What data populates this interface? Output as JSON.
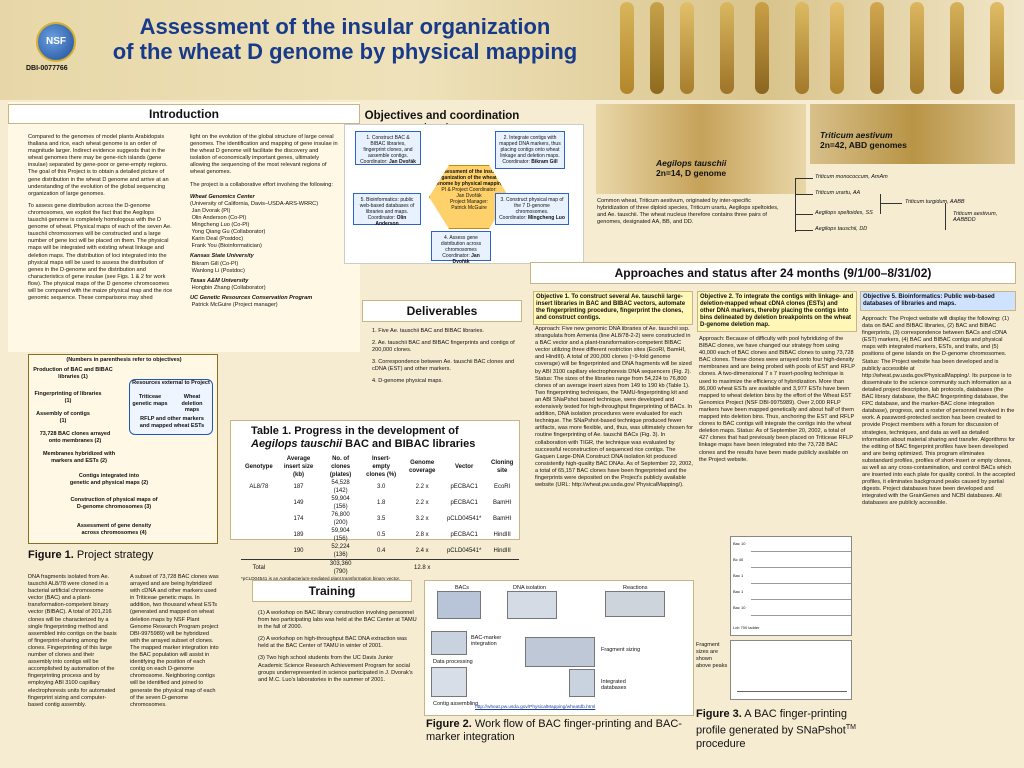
{
  "header": {
    "title_line1": "Assessment of the insular organization",
    "title_line2": "of the wheat D genome by physical mapping",
    "logo_text": "NSF",
    "award_id": "DBI-0077766"
  },
  "introduction": {
    "heading": "Introduction",
    "col1": [
      "Compared to the genomes of model plants Arabidopsis thaliana and rice, each wheat genome is an order of magnitude larger. Indirect evidence suggests that in the wheat genomes there may be gene-rich islands (gene insulae) separated by gene-poor or gene-empty regions. The goal of this Project is to obtain a detailed picture of gene distribution in the wheat D genome and arrive at an understanding of the evolution of the global sequencing organization of large genomes.",
      "To assess gene distribution across the D-genome chromosomes, we exploit the fact that the Aegilops tauschii genome is completely homologous with the D genome of wheat. Physical maps of each of the seven Ae. tauschii chromosomes will be constructed and a large number of gene loci will be placed on them. The physical maps will be integrated with existing wheat linkage and deletion maps. The distribution of loci integrated into the physical maps will be used to assess the distribution of genes in the D-genome and the distribution and characteristics of gene insulae (see Figs. 1 & 2 for work flow). The physical maps of the D genome chromosomes will be compared with the maize physical map and the rice genomic sequence. These comparisons may shed"
    ],
    "col2": [
      "light on the evolution of the global structure of large cereal genomes. The identification and mapping of gene insulae in the wheat D genome will facilitate the discovery and isolation of economically important genes, ultimately allowing the sequencing of the most relevant regions of wheat genomes.",
      "The project is a collaborative effort involving the following:"
    ],
    "collaborators": [
      {
        "org": "Wheat Genomics Center",
        "sub": "(University of California, Davis–USDA-ARS-WRRC)",
        "people": [
          "Jan Dvorak (PI)",
          "Olin Anderson (Co-PI)",
          "Mingcheng Luo (Co-PI)",
          "Yong Qiang Gu (Collaborator)",
          "Karin Deal (Postdoc)",
          "Frank You (Bioinformatician)"
        ]
      },
      {
        "org": "Kansas State University",
        "sub": "",
        "people": [
          "Bikram Gill (Co-PI)",
          "Wanlong Li (Postdoc)"
        ]
      },
      {
        "org": "Texas A&M University",
        "sub": "",
        "people": [
          "Hongbin Zhang (Collaborator)"
        ]
      },
      {
        "org": "UC Genetic Resources Conservation Program",
        "sub": "",
        "people": [
          "Patrick McGuire (Project manager)"
        ]
      }
    ]
  },
  "figure1": {
    "note": "(Numbers in parenthesis refer to objectives)",
    "nodes": [
      "Production of BAC and BIBAC libraries (1)",
      "Fingerprinting of libraries (1)",
      "Assembly of contigs (1)",
      "73,728 BAC clones arrayed onto membranes (2)",
      "Membranes hybridized with markers and ESTs (2)",
      "Contigs integrated into genetic and physical maps (2)",
      "Construction of physical maps of D-genome chromosomes (3)",
      "Assessment of gene density across chromosomes (4)"
    ],
    "resources": "Resources external to Project",
    "triticeae": "Triticeae genetic maps",
    "wheat_deletion": "Wheat deletion maps",
    "rflp": "RFLP and other markers and mapped wheat ESTs",
    "caption_label": "Figure 1.",
    "caption_text": "Project strategy"
  },
  "bottom_left": {
    "col1": "DNA fragments isolated from Ae. tauschii AL8/78 were cloned in a bacterial artificial chromosome vector (BAC) and a plant-transformation-competent binary vector (BIBAC). A total of 201,216 clones will be characterized by a single fingerprinting method and assembled into contigs on the basis of fingerprint-sharing among the clones. Fingerprinting of this large number of clones and their assembly into contigs will be accomplished by automation of the fingerprinting process and by employing ABI 3100 capillary electrophoresis units for automated fingerprint sizing and computer-based contig assembly.",
    "col2": "A subset of 73,728 BAC clones was arrayed and are being hybridized with cDNA and other markers used in Triticeae genetic maps. In addition, two thousand wheat ESTs (generated and mapped on wheat deletion maps by NSF Plant Genome Research Program project DBI-9975989) will be hybridized with the arrayed subset of clones. The mapped marker integration into the BAC population will assist in identifying the position of each contig on each D-genome chromosome. Neighboring contigs will be identified and joined to generate the physical map of each of the seven D-genome chromosomes."
  },
  "objectives": {
    "heading": "Objectives and coordination structure",
    "center": "Assessment of the insular organization of the wheat D genome by physical mapping",
    "center_sub": [
      "PI & Project Coordinator:",
      "Jan Dvořák",
      "Project Manager:",
      "Patrick McGuire"
    ],
    "items": [
      {
        "title": "1. Construct BAC & BIBAC libraries, fingerprint clones, and assemble contigs.",
        "coord": "Coordinator:",
        "name": "Jan Dvořák"
      },
      {
        "title": "2. Integrate contigs with mapped DNA markers, thus placing contigs onto wheat linkage and deletion maps.",
        "coord": "Coordinator:",
        "name": "Bikram Gill"
      },
      {
        "title": "3. Construct physical map of the 7 D-genome chromosomes.",
        "coord": "Coordinator:",
        "name": "Mingcheng Luo"
      },
      {
        "title": "4. Assess gene distribution across chromosomes",
        "coord": "Coordinator:",
        "name": "Jan Dvořák"
      },
      {
        "title": "5. Bioinformatics: public web-based databases of libraries and maps.",
        "coord": "Coordinator:",
        "name": "Olin Anderson"
      }
    ]
  },
  "species": {
    "aeg_name": "Aegilops tauschii",
    "aeg_genome": "2n=14, D genome",
    "trit_name": "Triticum aestivum",
    "trit_genome": "2n=42, ABD genomes",
    "text": "Common wheat, Triticum aestivum, originated by inter-specific hybridization of three diploid species, Triticum urartu, Aegilops speltoides, and Ae. tauschii. The wheat nucleus therefore contains three pairs of genomes, designated AA, BB, and DD.",
    "tree": [
      "Triticum monococcum, AmAm",
      "Triticum urartu, AA",
      "Aegilops speltoides, SS",
      "Aegilops tauschii, DD",
      "Triticum turgidum, AABB",
      "Triticum aestivum, AABBDD"
    ]
  },
  "deliverables": {
    "heading": "Deliverables",
    "items": [
      "1. Five Ae. tauschii BAC and BIBAC libraries.",
      "2. Ae. tauschii BAC and BIBAC fingerprints and contigs of 200,000 clones.",
      "3. Correspondence between Ae. tauschii BAC clones and cDNA (EST) and other markers.",
      "4. D-genome physical maps."
    ]
  },
  "table1": {
    "title_a": "Table 1. Progress in the development of",
    "title_b": "Aegilops tauschii",
    "title_c": " BAC and BIBAC libraries",
    "headers": [
      "Genotype",
      "Average insert size (kb)",
      "No. of clones (plates)",
      "Insert-empty clones (%)",
      "Genome coverage",
      "Vector",
      "Cloning site"
    ],
    "rows": [
      [
        "AL8/78",
        "187",
        "54,528 (142)",
        "3.0",
        "2.2 x",
        "pECBAC1",
        "EcoRI"
      ],
      [
        "",
        "149",
        "59,904 (156)",
        "1.8",
        "2.2 x",
        "pECBAC1",
        "BamHI"
      ],
      [
        "",
        "174",
        "76,800 (200)",
        "3.5",
        "3.2 x",
        "pCLD04541*",
        "BamHI"
      ],
      [
        "",
        "189",
        "59,904 (156)",
        "0.5",
        "2.8 x",
        "pECBAC1",
        "HindIII"
      ],
      [
        "",
        "190",
        "52,224 (136)",
        "0.4",
        "2.4 x",
        "pCLD04541*",
        "HindIII"
      ],
      [
        "Total",
        "",
        "303,360 (790)",
        "",
        "12.8 x",
        "",
        ""
      ]
    ],
    "footnote": "*pCLD04541 is an Agrobacterium-mediated plant transformation binary vector."
  },
  "training": {
    "heading": "Training",
    "items": [
      "(1) A workshop on BAC library construction involving personnel from two participating labs was held at the BAC Center at TAMU in the fall of 2000.",
      "(2) A workshop on high-throughput BAC DNA extraction was held at the BAC Center of TAMU in winter of 2001.",
      "(3) Two high school students from the UC Davis Junior Academic Science Research Achievement Program for social groups underrepresented in science participated in J. Dvorak's and M.C. Luo's laboratories in the summer of 2001."
    ]
  },
  "approaches": {
    "heading": "Approaches and status after 24 months (9/1/00–8/31/02)",
    "obj1_head": "Objective 1. To construct several Ae. tauschii large-insert libraries in BAC and BIBAC vectors, automate the fingerprinting procedure, fingerprint the clones, and construct contigs.",
    "obj1_body": "Approach: Five new genomic DNA libraries of Ae. tauschii ssp. strangulata from Armenia (line AL8/78-2-2) were constructed in a BAC vector and a plant-transformation-competent BIBAC vector utilizing three different restriction sites (EcoRI, BamHI, and HindIII). A total of 200,000 clones (~9-fold genome coverage) will be fingerprinted and DNA fragments will be sized by ABI 3100 capillary electrophoresis DNA sequencers (Fig. 2). Status: The sizes of the libraries range from 54,224 to 76,800 clones of an average insert sizes from 149 to 190 kb (Table 1). Two fingerprinting techniques, the TAMU-fingerprinting kit and an ABI SNaPshot based technique, were developed and extensively tested for high-throughput fingerprinting of BACs. In addition, DNA isolation procedures were evaluated for each technique. The SNaPshot-based technique produced fewer artifacts, was more flexible, and, thus, was ultimately chosen for routine fingerprinting of Ae. tauschii BACs (Fig. 3). In collaboration with TIGR, the technique was evaluated by successful reconstruction of sequenced rice contigs. The Gaquen Large-DNA Construct DNA isolation kit produced consistently high-quality BAC DNAs. As of September 22, 2002, a total of 65,157 BAC clones have been fingerprinted and the fingerprints were deposited on the Project's publicly available website (URL: http://wheat.pw.usda.gov/ PhysicalMapping/).",
    "obj2_head": "Objective 2. To integrate the contigs with linkage- and deletion-mapped wheat cDNA clones (ESTs) and other DNA markers, thereby placing the contigs into bins delineated by deletion breakpoints on the wheat D-genome deletion map.",
    "obj2_body": "Approach: Because of difficulty with pool hybridizing of the BIBAC clones, we have changed our strategy from using 40,000 each of BAC clones and BIBAC clones to using 73,728 BAC clones. These clones were arrayed onto four high-density membranes and are being probed with pools of EST and RFLP clones. A two-dimensional 7 x 7 insert-pooling technique is used to maximize the efficiency of hybridization. More than 86,000 wheat ESTs are available and 3,977 ESTs have been mapped to wheat deletion bins by the effort of the Wheat EST Genomics Project (NSF DBI-9975989). Over 2,000 RFLP markers have been mapped genetically and about half of them mapped into deletion bins. Thus, anchoring the EST and RFLP clones to BAC contigs will integrate the contigs into the wheat deletion maps. Status: As of September 20, 2002, a total of 427 clones that had previously been placed on Triticeae RFLP linkage maps have been integrated into the 73,728 BAC clones and the results have been made publicly available on the Project website.",
    "obj5_head": "Objective 5. Bioinformatics: Public web-based databases of libraries and maps.",
    "obj5_body": "Approach: The Project website will display the following: (1) data on BAC and BIBAC libraries, (2) BAC and BIBAC fingerprints, (3) correspondence between BACs and cDNA (EST) markers, (4) BAC and BIBAC contigs and physical maps with integrated markers, ESTs, and traits, and (5) positions of gene islands on the D-genome chromosomes. Status: The Project website has been developed and is publicly accessible at http://wheat.pw.usda.gov/PhysicalMapping/. Its purpose is to disseminate to the science community such information as a detailed project description, lab protocols, databases (the BAC library database, the BAC fingerprinting database, the FPC database, and the marker-BAC clone integration database), progress, and a roster of personnel involved in the work. A password-protected section has been created to provide Project members with a forum for discussion of strategies, techniques, and data as well as detailed information about material sharing and transfer. Algorithms for the editing of BAC fingerprint profiles have been developed and are being optimized. This program eliminates substandard profiles, profiles of short-insert or empty clones, as well as any cross-contamination, and control BACs which are inserted into each plate for quality control. In the accepted profiles, it eliminates background peaks caused by partial digests. Project databases have been developed and integrated with the GrainGenes and NCBI databases. All databases are publicly accessible."
  },
  "figure2": {
    "labels": [
      "BACs",
      "DNA isolation",
      "Reactions",
      "BAC-marker integration",
      "Data processing",
      "Fragment sizing",
      "Integrated databases",
      "Contig assembling"
    ],
    "url": "http://wheat.pw.usda.gov/PhysicalMapping/wheatdb.html",
    "caption_label": "Figure 2.",
    "caption_text": "Work flow of BAC finger-printing and BAC-marker integration"
  },
  "figure3": {
    "gel_labels": [
      "Bac 10",
      "Bc 40",
      "Bac 1",
      "Bac 1",
      "Bac 10",
      "Lcb 700 ladder"
    ],
    "side_note": "Fragment sizes are shown above peaks",
    "caption_label": "Figure 3.",
    "caption_text": "A BAC finger-printing profile generated by SNaPshot",
    "caption_sup": "TM",
    "caption_end": " procedure"
  },
  "colors": {
    "title_blue": "#173b8a",
    "panel_bg": "#fff8e4",
    "obj1_bg": "#fff7b8",
    "obj2_bg": "#fff7b8",
    "obj5_bg": "#cfe2ff",
    "hex_orange": "#ffd16b"
  }
}
